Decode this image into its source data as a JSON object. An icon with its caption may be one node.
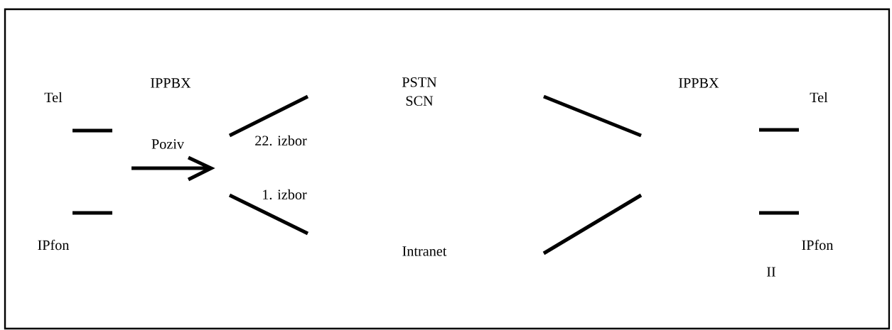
{
  "diagram": {
    "labels": [
      "IPPBX",
      "PSTN SCN",
      "IPPBX",
      "Tel",
      "Tel",
      "Poziv",
      "22. izbor",
      "1. izbor",
      "IPfon",
      "Intranet",
      "IPfon",
      "II"
    ]
  }
}
